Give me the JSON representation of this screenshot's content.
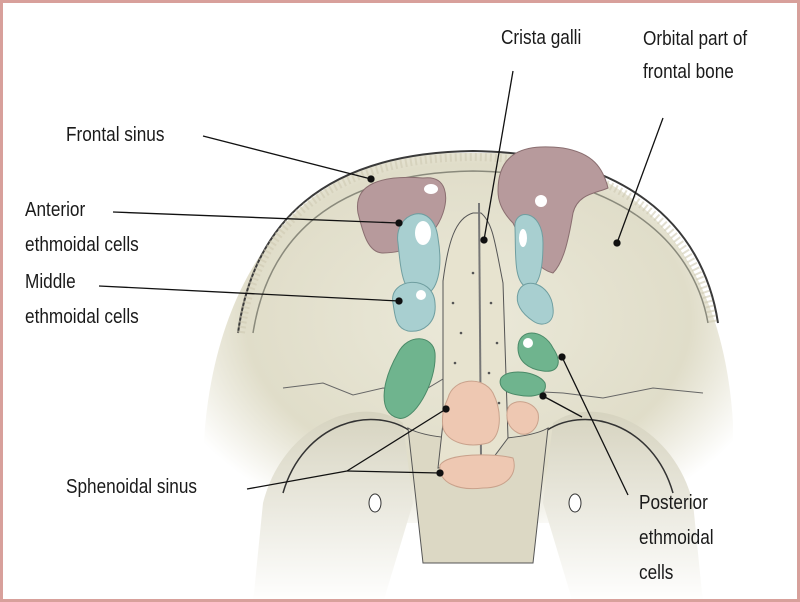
{
  "labels": {
    "crista_galli": "Crista galli",
    "orbital_part": [
      "Orbital part of",
      "frontal bone"
    ],
    "frontal_sinus": "Frontal sinus",
    "anterior_ethmoidal": [
      "Anterior",
      "ethmoidal cells"
    ],
    "middle_ethmoidal": [
      "Middle",
      "ethmoidal cells"
    ],
    "sphenoidal_sinus": "Sphenoidal sinus",
    "posterior_ethmoidal": [
      "Posterior",
      "ethmoidal",
      "cells"
    ]
  },
  "colors": {
    "border": "#d8a09b",
    "bone": "#e6e4d3",
    "frontal_sinus": "#b79a9c",
    "anterior_middle_ethmoidal": "#a8cfd0",
    "posterior_ethmoidal": "#6fb48e",
    "sphenoidal_sinus": "#eec8b2"
  }
}
